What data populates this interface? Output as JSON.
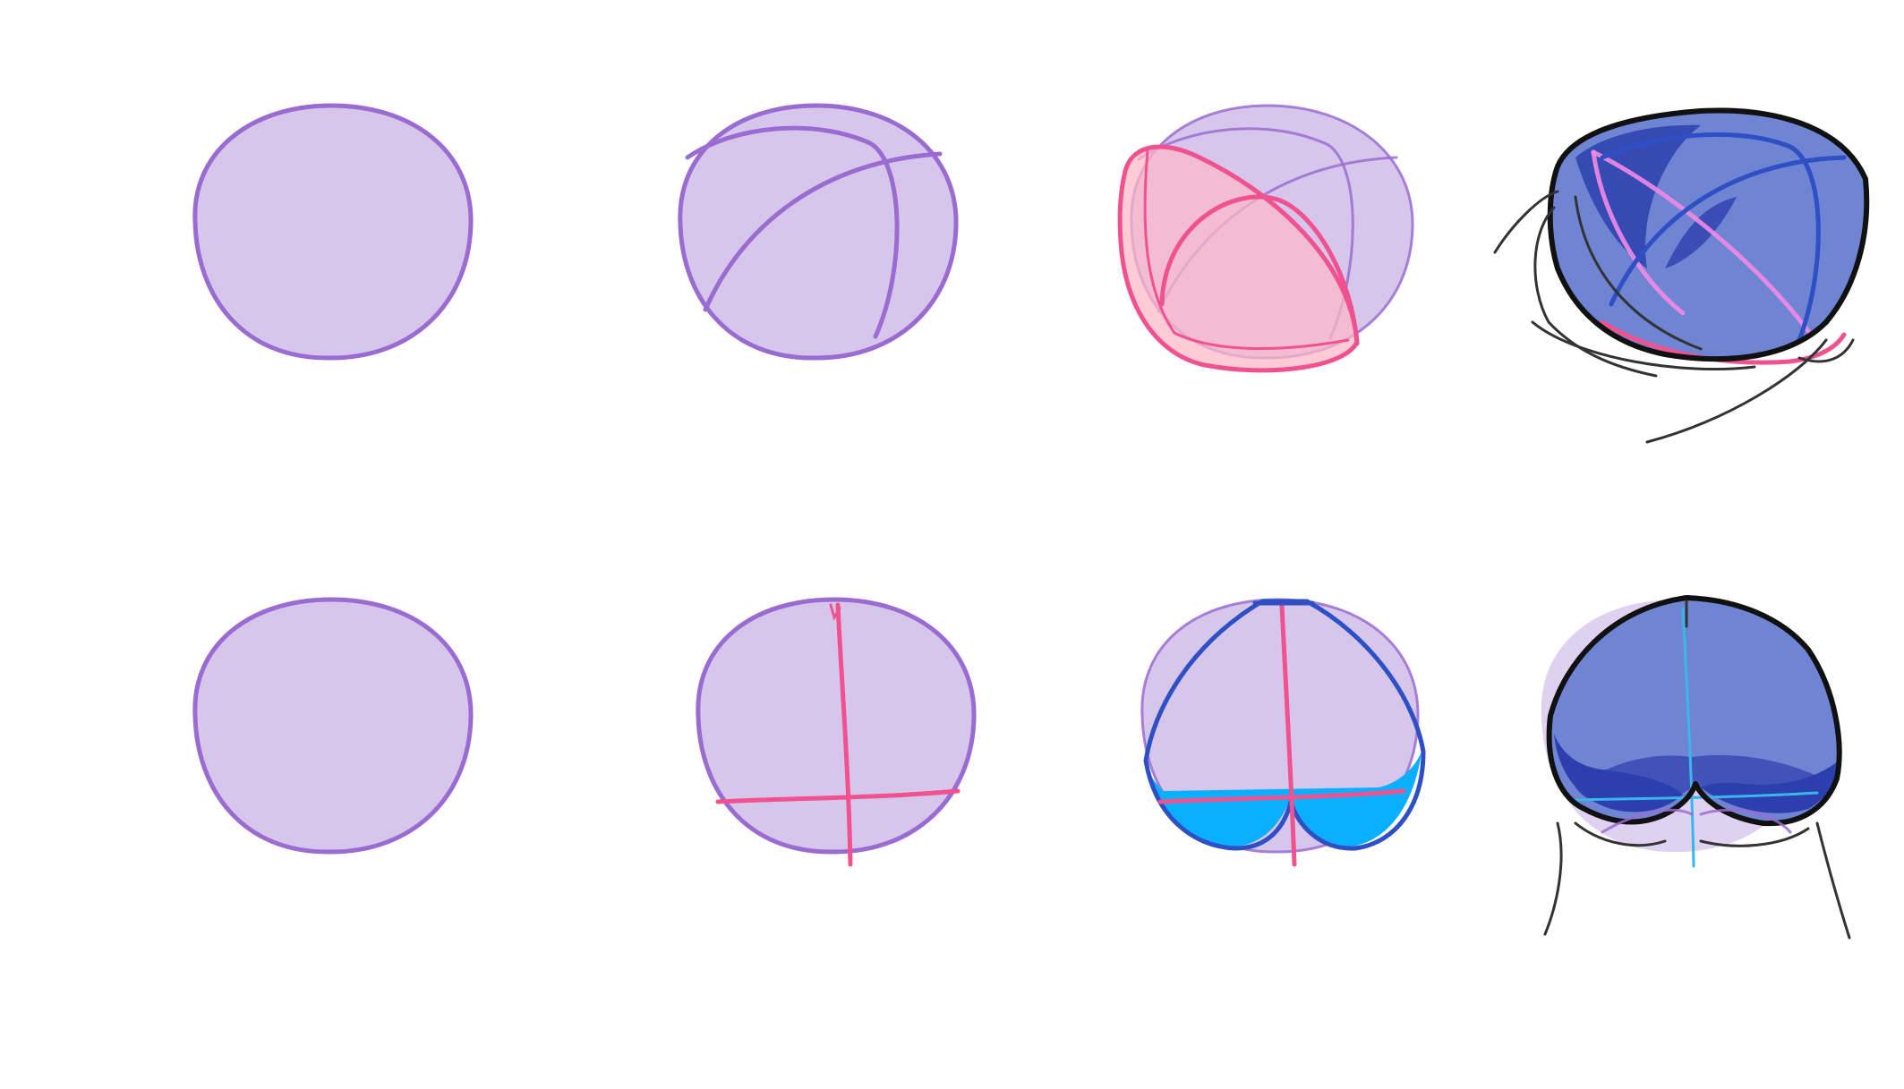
{
  "image": {
    "background": "#ffffff",
    "colors": {
      "lavender_fill": "#d7c6ec",
      "violet_outline": "#9a6cd1",
      "pink_guide": "#f0528f",
      "pink_fill": "#ffb8c6",
      "blue_outline": "#2f4fc4",
      "cyan_fill": "#0ab0ff",
      "blue_fill": "#6f84d2",
      "black_lineart": "#111111"
    },
    "rows": [
      {
        "view": "three-quarter",
        "steps": [
          "plain-sphere",
          "sphere-with-curved-guides",
          "sphere-with-pink-bowl",
          "finished-bob-hair"
        ]
      },
      {
        "view": "front",
        "steps": [
          "plain-sphere",
          "sphere-with-cross-guides",
          "sphere-with-blue-bangs",
          "finished-bob-hair"
        ]
      }
    ]
  }
}
